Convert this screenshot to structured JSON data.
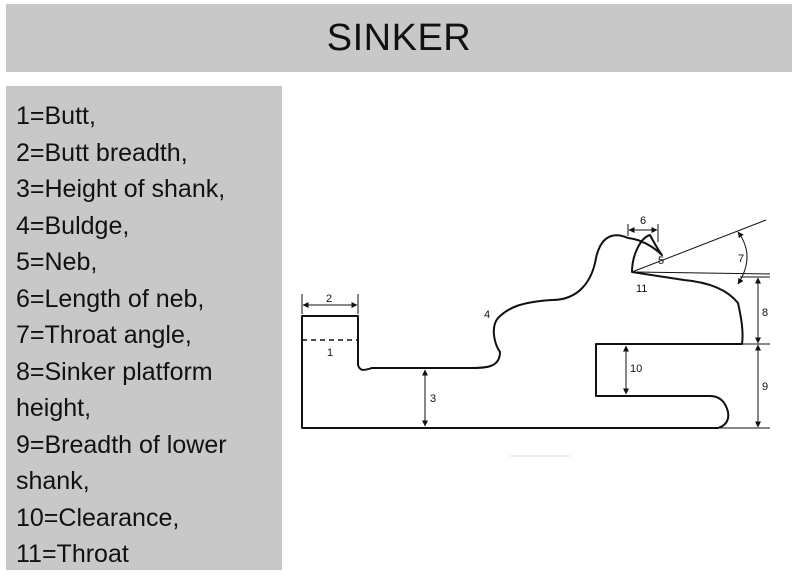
{
  "title": "SINKER",
  "legend": [
    "1=Butt,",
    "2=Butt breadth,",
    "3=Height of shank,",
    "4=Buldge,",
    "5=Neb,",
    "6=Length of neb,",
    "7=Throat angle,",
    "8=Sinker platform",
    "height,",
    "9=Breadth of lower",
    "shank,",
    "10=Clearance,",
    "11=Throat"
  ],
  "diagram_labels": {
    "butt": "1",
    "butt_breadth": "2",
    "shank_height": "3",
    "buldge": "4",
    "neb": "5",
    "neb_length": "6",
    "throat_angle": "7",
    "platform_height": "8",
    "lower_shank": "9",
    "clearance": "10",
    "throat": "11"
  }
}
